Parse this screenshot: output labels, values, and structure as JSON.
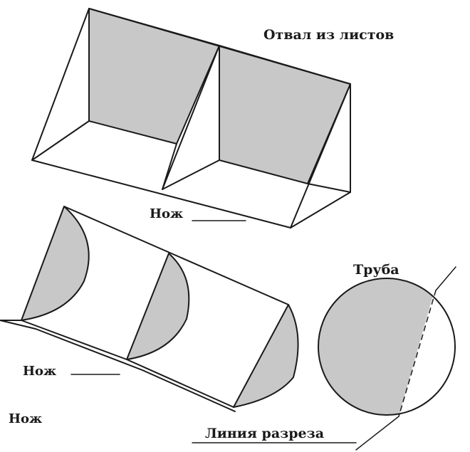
{
  "labels": {
    "title": "Отвал из листов",
    "knife_top": "Нож",
    "pipe": "Труба",
    "knife_middle": "Нож",
    "knife_bottom": "Нож",
    "cut_line": "Линия разреза"
  },
  "colors": {
    "fill": "#c8c8c8",
    "stroke": "#1a1a1a",
    "background": "#ffffff"
  }
}
